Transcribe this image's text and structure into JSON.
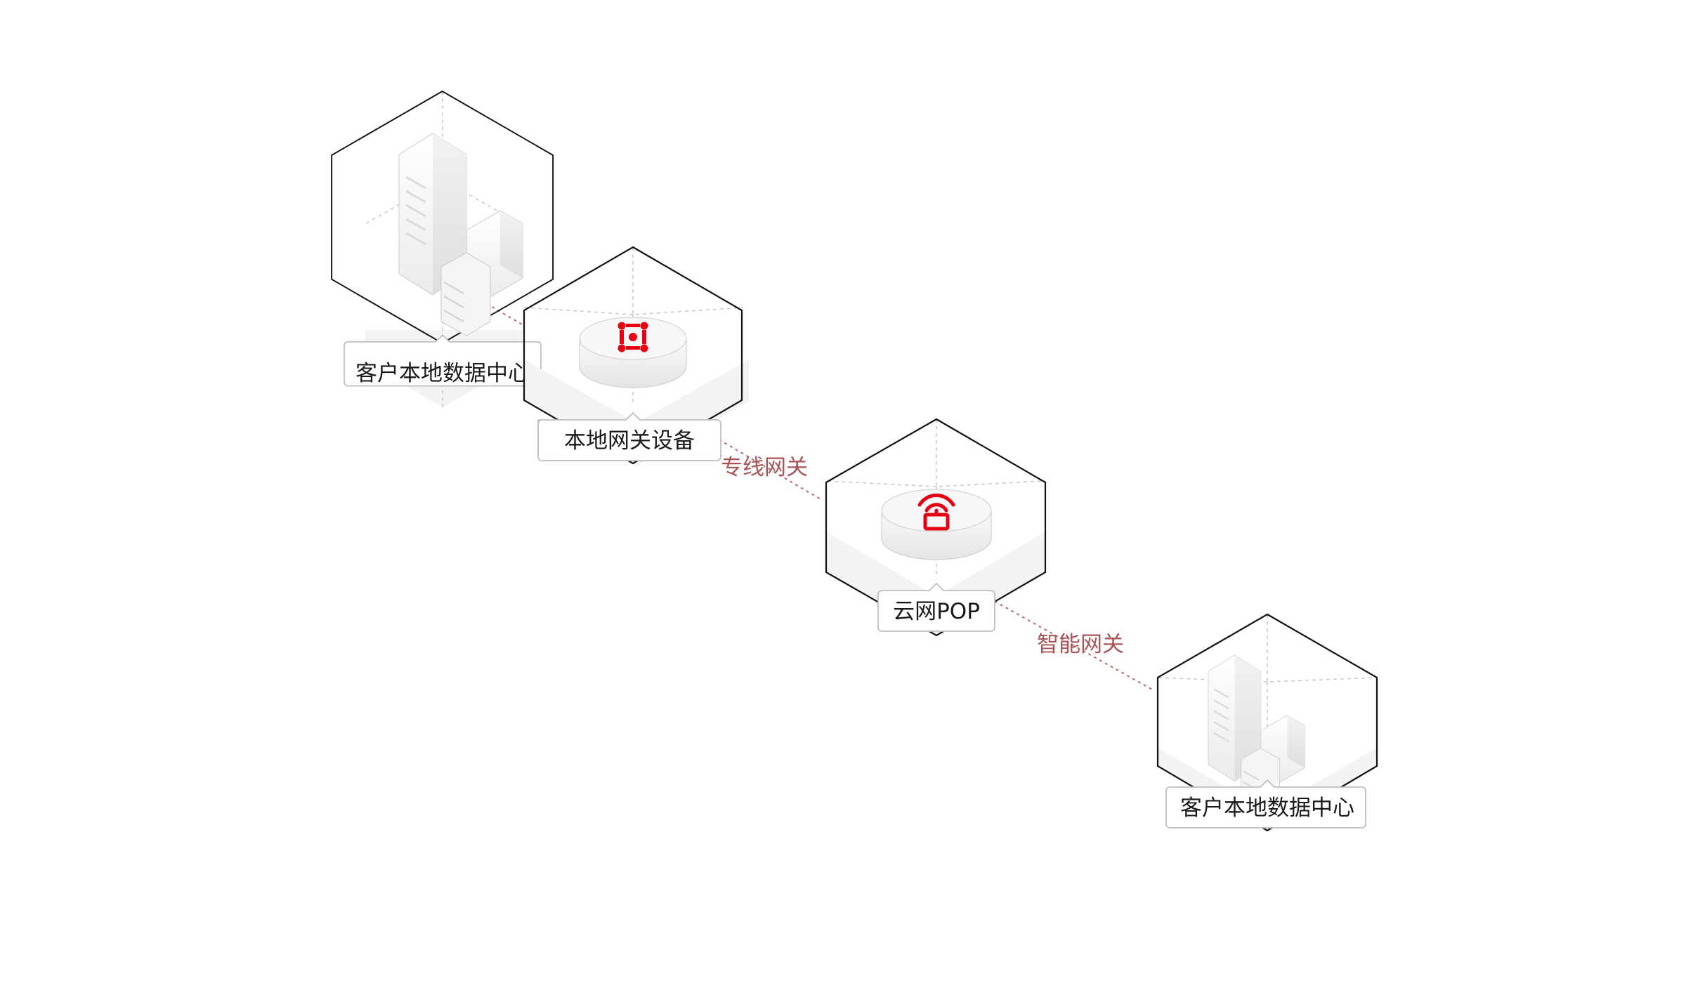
{
  "diagram": {
    "nodes": [
      {
        "id": "dc1",
        "label": "客户本地数据中心",
        "icon": "data-center-building-icon"
      },
      {
        "id": "gw",
        "label": "本地网关设备",
        "icon": "gateway-device-icon"
      },
      {
        "id": "pop",
        "label": "云网POP",
        "icon": "cloud-pop-router-icon"
      },
      {
        "id": "dc2",
        "label": "客户本地数据中心",
        "icon": "data-center-building-icon"
      }
    ],
    "links": [
      {
        "from": "dc1",
        "to": "gw",
        "label": ""
      },
      {
        "from": "gw",
        "to": "pop",
        "label": "专线网关"
      },
      {
        "from": "pop",
        "to": "dc2",
        "label": "智能网关"
      }
    ],
    "colors": {
      "accent": "#e60012",
      "link_line": "#b8797a",
      "link_label": "#a85456",
      "outline": "#111111",
      "label_border": "#bfbfbf"
    }
  }
}
